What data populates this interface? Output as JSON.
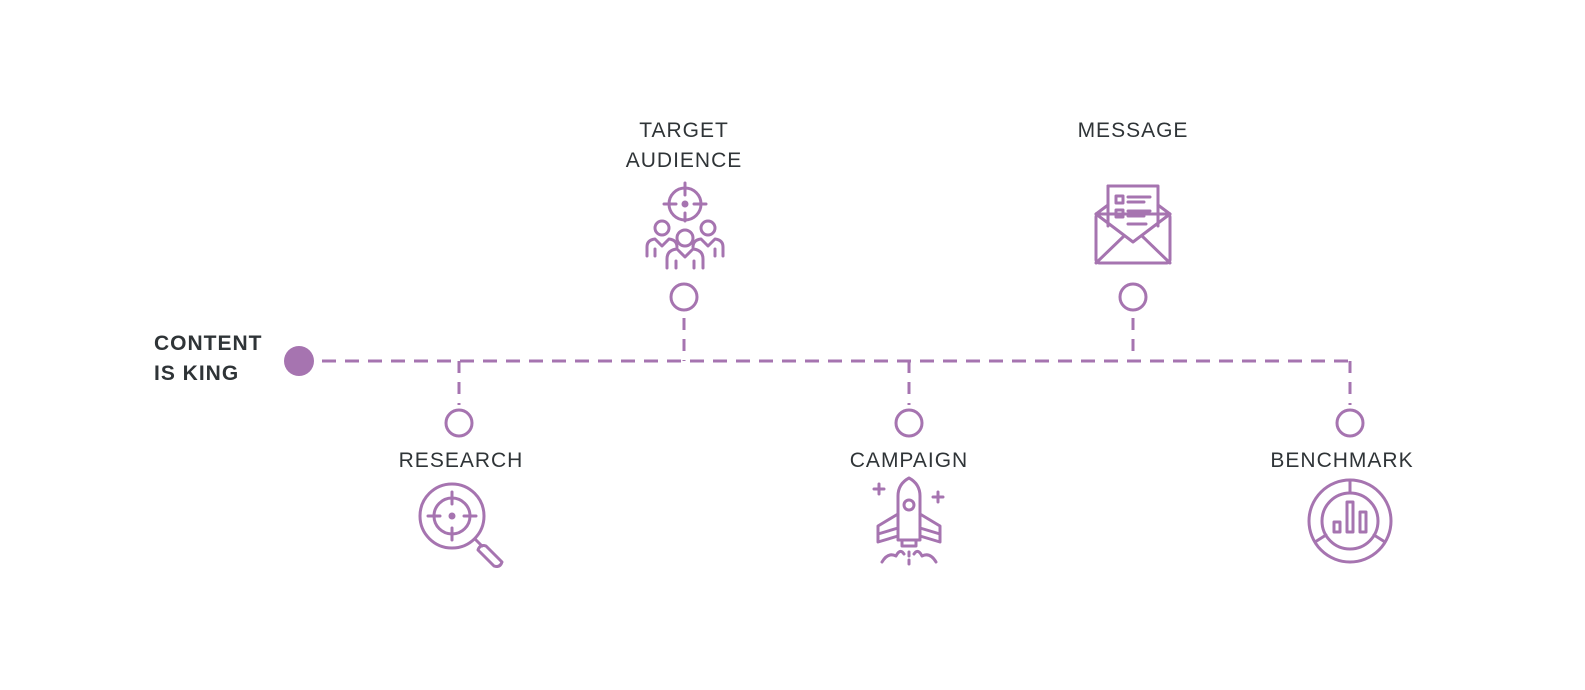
{
  "root": {
    "line1": "CONTENT",
    "line2": "IS KING"
  },
  "nodes": [
    {
      "id": "target-audience",
      "line1": "TARGET",
      "line2": "AUDIENCE",
      "icon": "audience-target-icon"
    },
    {
      "id": "message",
      "line1": "MESSAGE",
      "icon": "envelope-message-icon"
    },
    {
      "id": "research",
      "line1": "RESEARCH",
      "icon": "magnifier-target-icon"
    },
    {
      "id": "campaign",
      "line1": "CAMPAIGN",
      "icon": "rocket-icon"
    },
    {
      "id": "benchmark",
      "line1": "BENCHMARK",
      "icon": "donut-bar-chart-icon"
    }
  ],
  "colors": {
    "accent": "#a674b0",
    "text": "#2f3437",
    "background": "#ffffff"
  }
}
